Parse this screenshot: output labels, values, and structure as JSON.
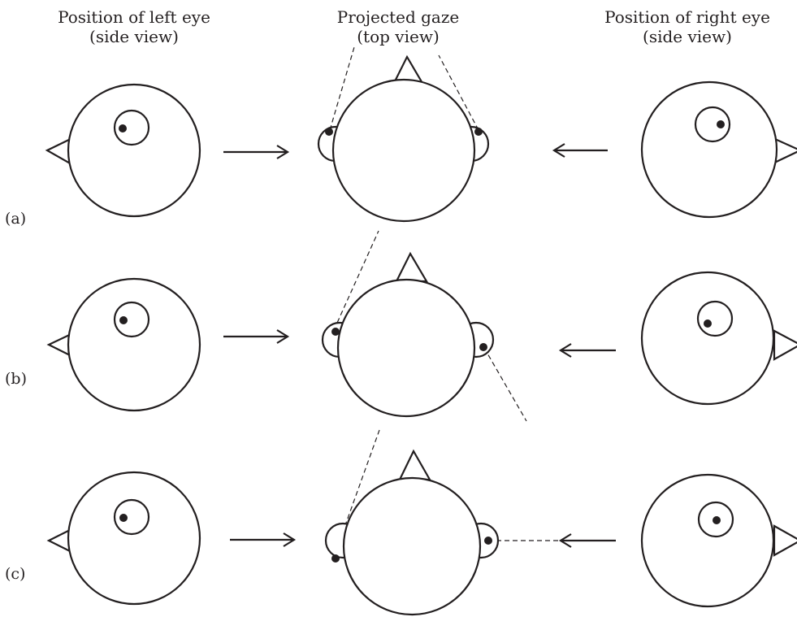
{
  "headers": {
    "left_line1": "Position of left eye",
    "left_line2": "(side view)",
    "middle_line1": "Projected gaze",
    "middle_line2": "(top view)",
    "right_line1": "Position of right eye",
    "right_line2": "(side view)"
  },
  "rows": [
    {
      "label": "(a)"
    },
    {
      "label": "(b)"
    },
    {
      "label": "(c)"
    }
  ],
  "colors": {
    "ink": "#231f20",
    "background": "#ffffff"
  }
}
